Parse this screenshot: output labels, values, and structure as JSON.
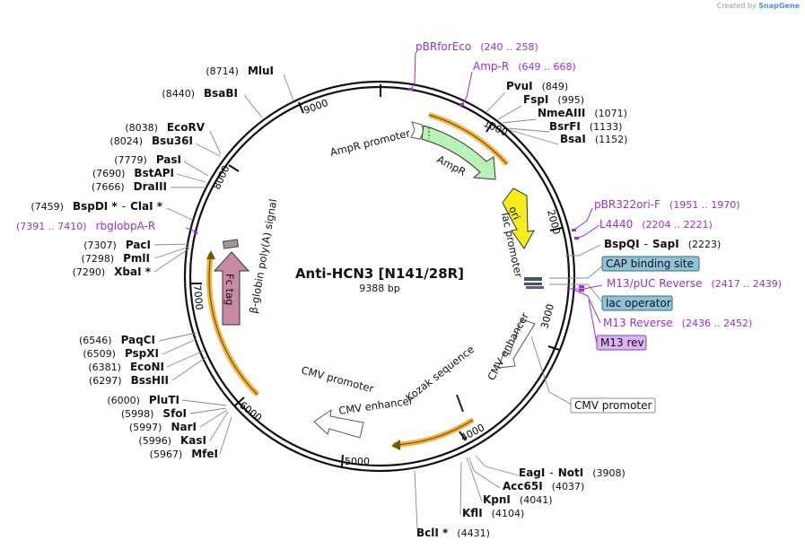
{
  "credit": {
    "prefix": "Created by",
    "brand": "SnapGene"
  },
  "plasmid": {
    "name": "Anti-HCN3 [N141/28R]",
    "size_label": "9388 bp",
    "length": 9388
  },
  "colors": {
    "primer": "#9b30d9",
    "ampr_fill": "#b9f2b5",
    "ori_fill": "#f6ee1a",
    "fc_fill": "#c98aa6",
    "polya_fill": "#9a9a9a",
    "highlight": "#f2a31b",
    "boxed_label_fill": "#8fc3d8",
    "m13_label_fill": "#dcb3f3"
  },
  "ticks": [
    "1000",
    "2000",
    "3000",
    "4000",
    "5000",
    "6000",
    "7000",
    "8000",
    "9000"
  ],
  "primers_right": [
    {
      "name": "pBRforEco",
      "range": "(240 .. 258)"
    },
    {
      "name": "Amp-R",
      "range": "(649 .. 668)"
    },
    {
      "name": "pBR322ori-F",
      "range": "(1951 .. 1970)"
    },
    {
      "name": "L4440",
      "range": "(2204 .. 2221)"
    },
    {
      "name": "M13/pUC Reverse",
      "range": "(2417 .. 2439)"
    },
    {
      "name": "M13 Reverse",
      "range": "(2436 .. 2452)"
    }
  ],
  "primers_left": [
    {
      "name": "rbglobpA-R",
      "range": "(7391 .. 7410)"
    }
  ],
  "sites_right": [
    {
      "name": "PvuI",
      "pos": "(849)"
    },
    {
      "name": "FspI",
      "pos": "(995)"
    },
    {
      "name": "NmeAIII",
      "pos": "(1071)"
    },
    {
      "name": "BsrFI",
      "pos": "(1133)"
    },
    {
      "name": "BsaI",
      "pos": "(1152)"
    },
    {
      "name": "BspQI",
      "sep": "-",
      "name2": "SapI",
      "pos": "(2223)"
    }
  ],
  "sites_bottom": [
    {
      "name": "EagI",
      "sep": "-",
      "name2": "NotI",
      "pos": "(3908)"
    },
    {
      "name": "Acc65I",
      "pos": "(4037)"
    },
    {
      "name": "KpnI",
      "pos": "(4041)"
    },
    {
      "name": "KflI",
      "pos": "(4104)"
    },
    {
      "name": "BclI *",
      "pos": "(4431)"
    }
  ],
  "sites_left": [
    {
      "name": "MluI",
      "pos": "(8714)"
    },
    {
      "name": "BsaBI",
      "pos": "(8440)"
    },
    {
      "name": "EcoRV",
      "pos": "(8038)"
    },
    {
      "name": "Bsu36I",
      "pos": "(8024)"
    },
    {
      "name": "PasI",
      "pos": "(7779)"
    },
    {
      "name": "BstAPI",
      "pos": "(7690)"
    },
    {
      "name": "DraIII",
      "pos": "(7666)"
    },
    {
      "name": "BspDI *",
      "sep": "-",
      "name2": "ClaI *",
      "pos": "(7459)"
    },
    {
      "name": "PacI",
      "pos": "(7307)"
    },
    {
      "name": "PmlI",
      "pos": "(7298)"
    },
    {
      "name": "XbaI *",
      "pos": "(7290)"
    },
    {
      "name": "PaqCI",
      "pos": "(6546)"
    },
    {
      "name": "PspXI",
      "pos": "(6509)"
    },
    {
      "name": "EcoNI",
      "pos": "(6381)"
    },
    {
      "name": "BssHII",
      "pos": "(6297)"
    },
    {
      "name": "PluTI",
      "pos": "(6000)"
    },
    {
      "name": "SfoI",
      "pos": "(5998)"
    },
    {
      "name": "NarI",
      "pos": "(5997)"
    },
    {
      "name": "KasI",
      "pos": "(5996)"
    },
    {
      "name": "MfeI",
      "pos": "(5967)"
    }
  ],
  "boxed_labels": [
    {
      "name": "CAP binding site"
    },
    {
      "name": "lac operator"
    },
    {
      "name": "M13 rev"
    },
    {
      "name": "CMV promoter"
    }
  ],
  "features": {
    "ampr_promoter": "AmpR promoter",
    "ampr": "AmpR",
    "ori": "ori",
    "lac_promoter": "lac promoter",
    "cmv_enhancer_right": "CMV enhancer",
    "kozak": "Kozak sequence",
    "cmv_promoter_inner": "CMV promoter",
    "cmv_enhancer_inner": "CMV enhancer",
    "fc_tag": "Fc tag",
    "polya_signal": "β-globin poly(A) signal"
  }
}
